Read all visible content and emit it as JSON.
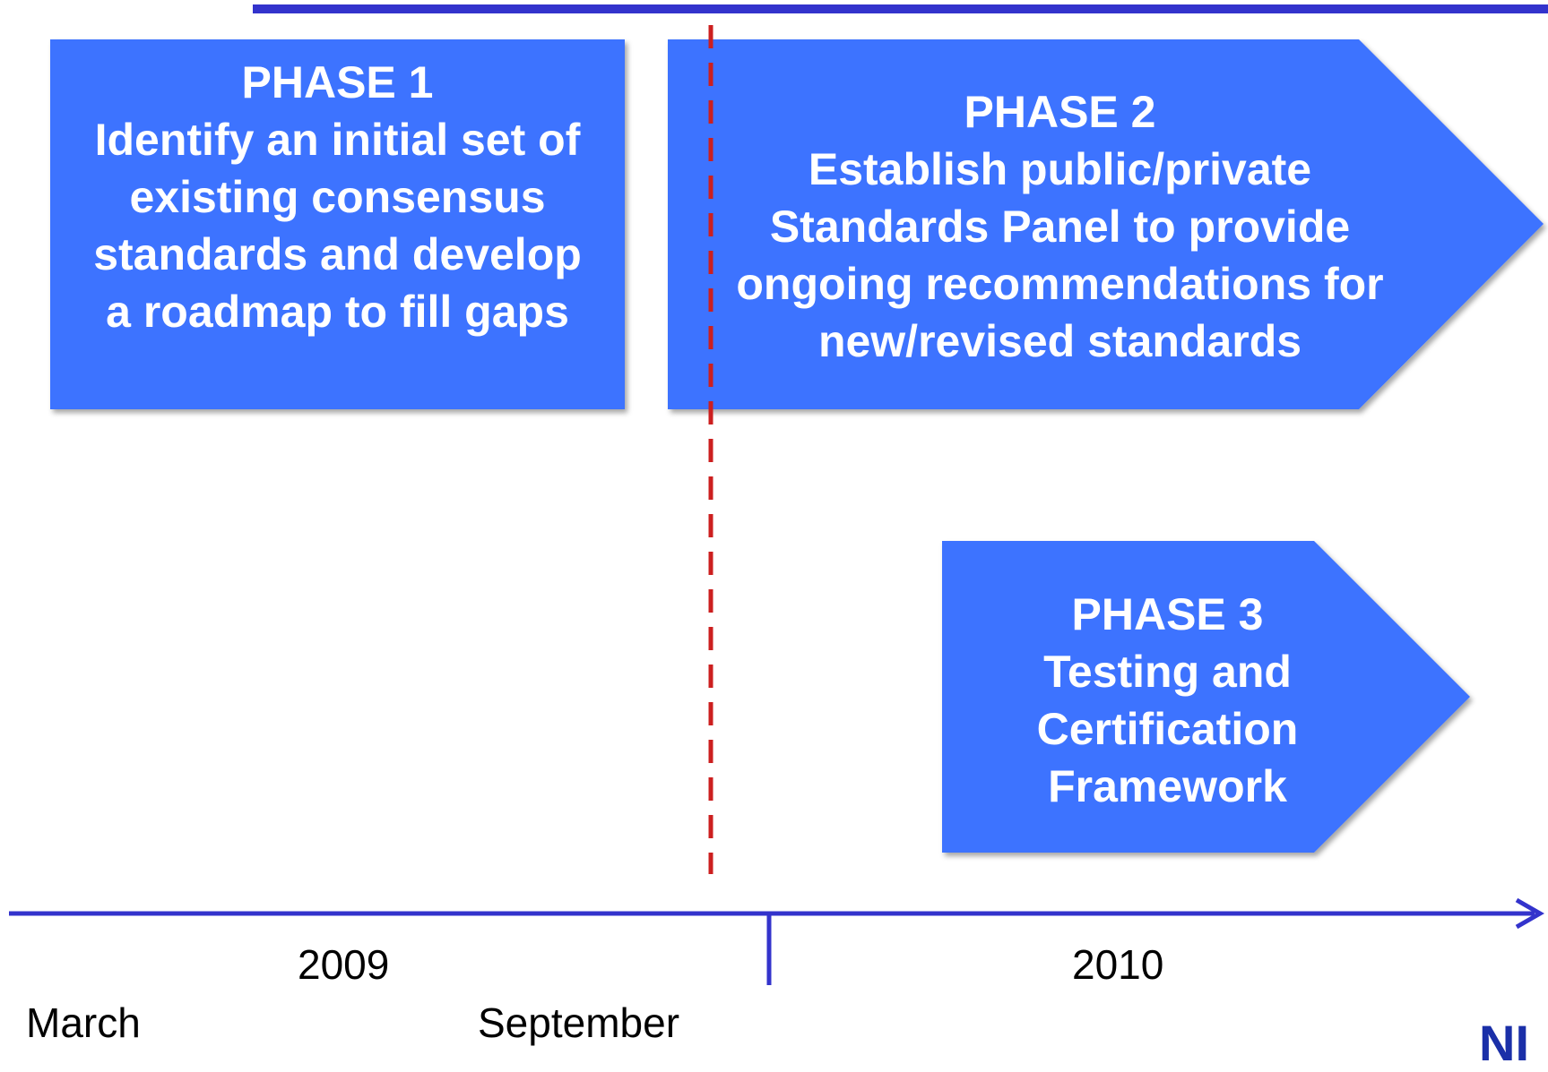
{
  "phases": [
    {
      "title": "PHASE 1",
      "lines": [
        "Identify an initial set of",
        "existing consensus",
        "standards and develop",
        "a roadmap to fill gaps"
      ]
    },
    {
      "title": "PHASE 2",
      "lines": [
        "Establish public/private",
        "Standards Panel to provide",
        "ongoing recommendations for",
        "new/revised standards"
      ]
    },
    {
      "title": "PHASE 3",
      "lines": [
        "Testing and",
        "Certification",
        "Framework"
      ]
    }
  ],
  "timeline": {
    "years": [
      "2009",
      "2010"
    ],
    "months": [
      "March",
      "September"
    ]
  },
  "colors": {
    "phase_fill": "#3d73ff",
    "rule": "#3333cc",
    "marker": "#cc1f1f"
  },
  "logo": {
    "visible_text": "NI"
  }
}
